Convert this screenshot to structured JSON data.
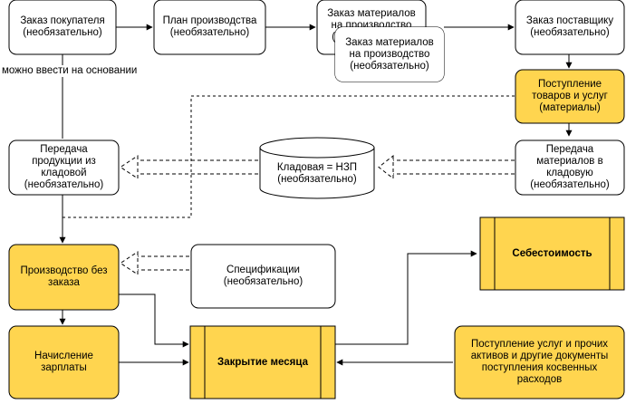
{
  "colors": {
    "highlight": "#FFD54F",
    "box": "#FFFFFF",
    "stroke": "#000000"
  },
  "nodes": [
    {
      "id": "customer_order",
      "label": "Заказ покупателя\n(необязательно)",
      "style": "plain"
    },
    {
      "id": "production_plan",
      "label": "План производства\n(необязательно)",
      "style": "plain"
    },
    {
      "id": "materials_order_back",
      "label": "Заказ материалов\nна производство\n(необязательно)",
      "style": "plain"
    },
    {
      "id": "materials_order_front",
      "label": "Заказ материалов\nна производство\n(необязательно)",
      "style": "plain"
    },
    {
      "id": "supplier_order",
      "label": "Заказ поставщику\n(необязательно)",
      "style": "plain"
    },
    {
      "id": "goods_receipt",
      "label": "Поступление\nтоваров и услуг\n(материалы)",
      "style": "highlight"
    },
    {
      "id": "product_transfer",
      "label": "Передача\nпродукции из\nкладовой\n(необязательно)",
      "style": "plain"
    },
    {
      "id": "storage_wip",
      "label": "Кладовая = НЗП\n(необязательно)",
      "style": "cylinder"
    },
    {
      "id": "materials_transfer",
      "label": "Передача\nматериалов в\nкладовую\n(необязательно)",
      "style": "plain"
    },
    {
      "id": "production_no_order",
      "label": "Производство без\nзаказа",
      "style": "highlight"
    },
    {
      "id": "specifications",
      "label": "Спецификации\n(необязательно)",
      "style": "plain"
    },
    {
      "id": "cost_price",
      "label": "Себестоимость",
      "style": "process"
    },
    {
      "id": "payroll",
      "label": "Начисление\nзарплаты",
      "style": "highlight"
    },
    {
      "id": "month_close",
      "label": "Закрытие месяца",
      "style": "process"
    },
    {
      "id": "services_receipt",
      "label": "Поступление услуг и прочих\nактивов и другие документы\nпоступления косвенных\nрасходов",
      "style": "highlight"
    }
  ],
  "annotations": {
    "basis_note": "можно ввести на основании"
  },
  "edges": [
    {
      "from": "customer_order",
      "to": "production_plan",
      "style": "solid"
    },
    {
      "from": "production_plan",
      "to": "materials_order_back",
      "style": "solid"
    },
    {
      "from": "materials_order_back",
      "to": "supplier_order",
      "style": "solid"
    },
    {
      "from": "supplier_order",
      "to": "goods_receipt",
      "style": "solid"
    },
    {
      "from": "goods_receipt",
      "to": "materials_transfer",
      "style": "solid"
    },
    {
      "from": "customer_order",
      "to": "production_no_order",
      "style": "solid"
    },
    {
      "from": "materials_transfer",
      "to": "storage_wip",
      "style": "dashed"
    },
    {
      "from": "storage_wip",
      "to": "product_transfer",
      "style": "dashed"
    },
    {
      "from": "specifications",
      "to": "production_no_order",
      "style": "dashed"
    },
    {
      "from": "goods_receipt",
      "to": "production_no_order",
      "style": "dotted"
    },
    {
      "from": "product_transfer",
      "to": "production_no_order",
      "style": "solid"
    },
    {
      "from": "production_no_order",
      "to": "payroll",
      "style": "solid"
    },
    {
      "from": "production_no_order",
      "to": "month_close",
      "style": "solid"
    },
    {
      "from": "payroll",
      "to": "month_close",
      "style": "solid"
    },
    {
      "from": "services_receipt",
      "to": "month_close",
      "style": "solid"
    },
    {
      "from": "month_close",
      "to": "cost_price",
      "style": "solid"
    }
  ]
}
